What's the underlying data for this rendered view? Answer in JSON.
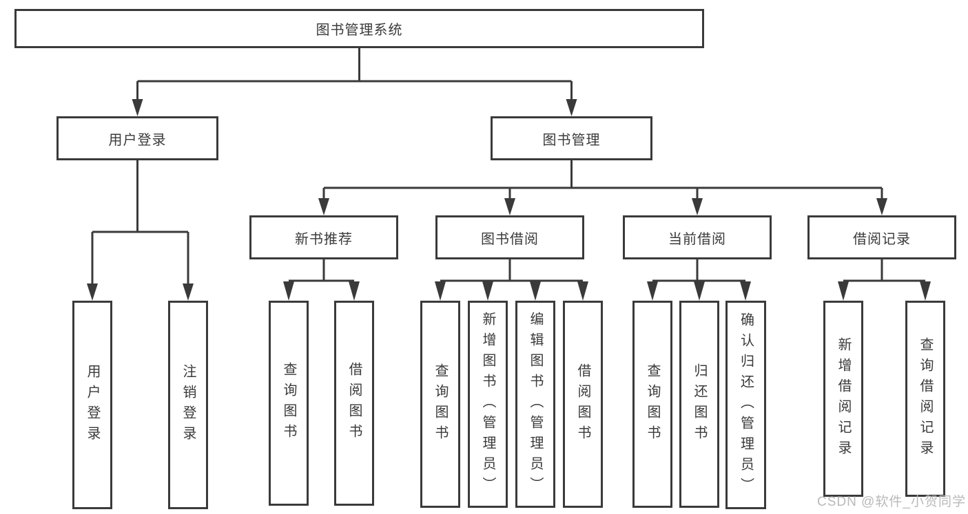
{
  "diagram": {
    "root_label": "图书管理系统",
    "level2": [
      {
        "label": "用户登录",
        "children": [
          {
            "label": "用户登录"
          },
          {
            "label": "注销登录"
          }
        ]
      },
      {
        "label": "图书管理"
      }
    ],
    "level3": [
      {
        "label": "新书推荐",
        "children": [
          {
            "label": "查询图书"
          },
          {
            "label": "借阅图书"
          }
        ]
      },
      {
        "label": "图书借阅",
        "children": [
          {
            "label": "查询图书"
          },
          {
            "label": "新增图书（管理员）"
          },
          {
            "label": "编辑图书（管理员）"
          },
          {
            "label": "借阅图书"
          }
        ]
      },
      {
        "label": "当前借阅",
        "children": [
          {
            "label": "查询图书"
          },
          {
            "label": "归还图书"
          },
          {
            "label": "确认归还（管理员）"
          }
        ]
      },
      {
        "label": "借阅记录",
        "children": [
          {
            "label": "新增借阅记录"
          },
          {
            "label": "查询借阅记录"
          }
        ]
      }
    ]
  },
  "watermark": {
    "text": "CSDN @软件_小贺同学"
  },
  "colors": {
    "line": "#3a3a3a",
    "text": "#3a3a3a",
    "watermark": "#b9b9b9",
    "background": "#ffffff"
  }
}
